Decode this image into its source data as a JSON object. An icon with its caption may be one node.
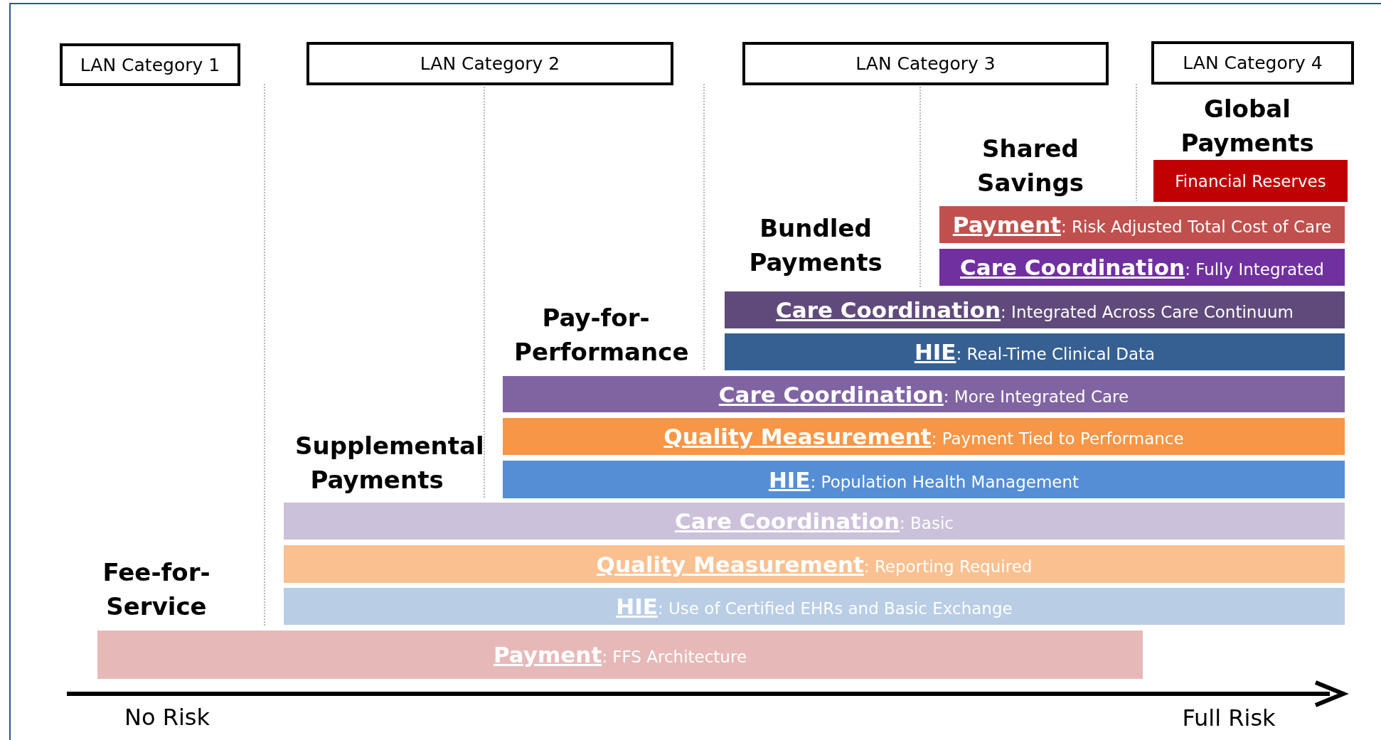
{
  "diagram": {
    "nodes": [
      {
        "text": [
          "LAN Category 1"
        ]
      },
      {
        "text": [
          "LAN Category 2"
        ]
      },
      {
        "text": [
          "LAN Category 3"
        ]
      },
      {
        "text": [
          "LAN Category 4"
        ]
      },
      {
        "text": [
          "Financial Reserves"
        ]
      },
      {
        "text": [
          "**Payment**: Risk Adjusted Total Cost of Care"
        ]
      },
      {
        "text": [
          "**Care Coordination**: Fully Integrated"
        ]
      },
      {
        "text": [
          "**Care Coordination**: Integrated Across Care Continuum"
        ]
      },
      {
        "text": [
          "**HIE**: Real-Time Clinical Data"
        ]
      },
      {
        "text": [
          "**Care Coordination**: More Integrated Care"
        ]
      },
      {
        "text": [
          "**Quality Measurement**: Payment Tied to Performance"
        ]
      },
      {
        "text": [
          "**HIE**: Population Health Management"
        ]
      },
      {
        "text": [
          "**Care Coordination**: Basic"
        ]
      },
      {
        "text": [
          "**Quality Measurement**: Reporting Required"
        ]
      },
      {
        "text": [
          "**HIE**: Use of Certified EHRs and Basic Exchange"
        ]
      },
      {
        "text": [
          "**Payment**:  FFS Architecture"
        ]
      }
    ],
    "edges": [],
    "labels": [
      "Global Payments",
      "Shared Savings",
      "Bundled Payments",
      "Pay-for- Performance",
      "Supplemental Payments",
      "Fee-for- Service",
      "No Risk",
      "Full Risk"
    ]
  }
}
